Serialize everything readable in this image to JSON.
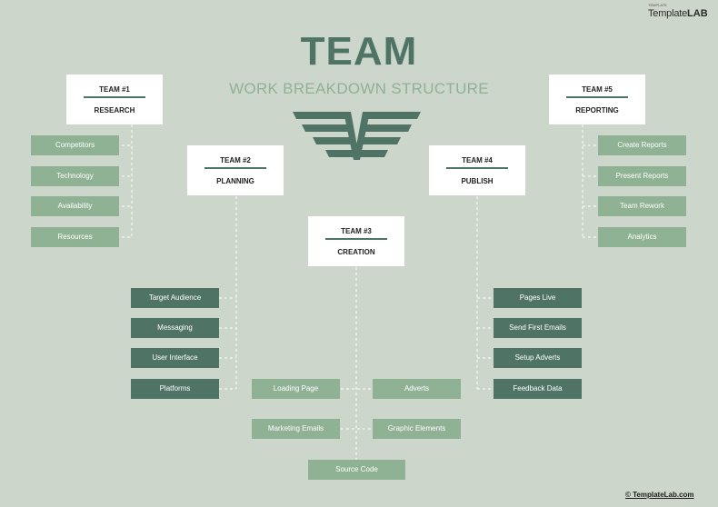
{
  "brand": {
    "small_text": "TEMPLATE",
    "logo_regular": "Template",
    "logo_bold": "LAB",
    "footer": "© TemplateLab.com"
  },
  "title": "TEAM",
  "subtitle": "WORK BREAKDOWN STRUCTURE",
  "colors": {
    "background": "#cdd6ca",
    "dark_green": "#4f7466",
    "light_green": "#8fb294",
    "box": "#ffffff"
  },
  "teams": [
    {
      "number": "TEAM #1",
      "name": "RESEARCH",
      "tasks": [
        "Competitors",
        "Technology",
        "Availability",
        "Resources"
      ]
    },
    {
      "number": "TEAM #2",
      "name": "PLANNING",
      "tasks": [
        "Target Audience",
        "Messaging",
        "User Interface",
        "Platforms"
      ]
    },
    {
      "number": "TEAM #3",
      "name": "CREATION",
      "tasks": [
        "Loading Page",
        "Adverts",
        "Marketing Emails",
        "Graphic Elements",
        "Source Code"
      ]
    },
    {
      "number": "TEAM #4",
      "name": "PUBLISH",
      "tasks": [
        "Pages Live",
        "Send First Emails",
        "Setup Adverts",
        "Feedback Data"
      ]
    },
    {
      "number": "TEAM #5",
      "name": "REPORTING",
      "tasks": [
        "Create Reports",
        "Present Reports",
        "Team Rework",
        "Analytics"
      ]
    }
  ]
}
